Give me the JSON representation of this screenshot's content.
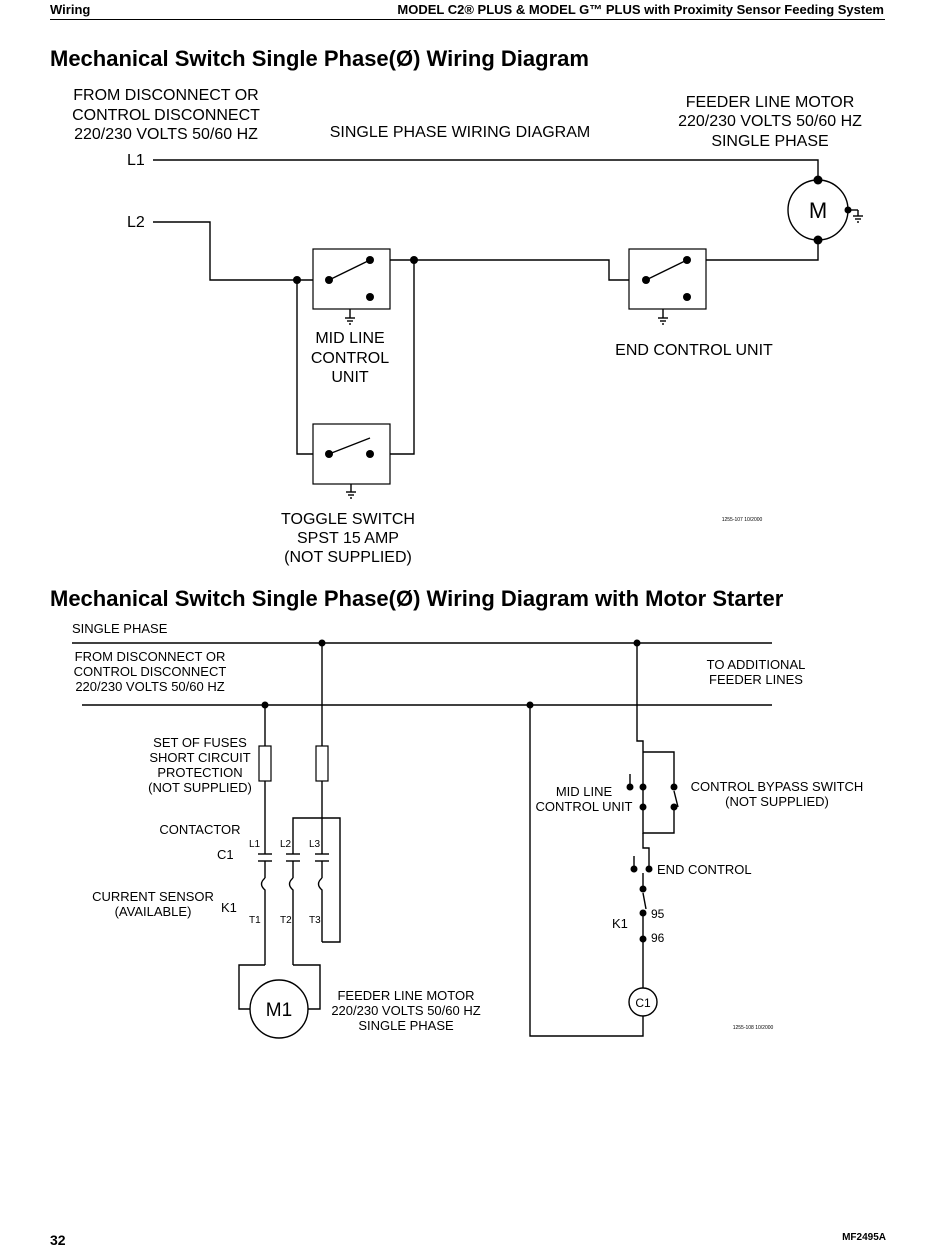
{
  "header": {
    "section": "Wiring",
    "product": "MODEL C2® PLUS & MODEL G™ PLUS with Proximity Sensor Feeding System"
  },
  "diagram1": {
    "title": "Mechanical Switch Single Phase(Ø) Wiring Diagram",
    "subtitle": "SINGLE PHASE WIRING DIAGRAM",
    "source": [
      "FROM DISCONNECT OR",
      "CONTROL DISCONNECT",
      "220/230 VOLTS 50/60 HZ"
    ],
    "motor_label": [
      "FEEDER LINE MOTOR",
      "220/230 VOLTS 50/60 HZ",
      "SINGLE PHASE"
    ],
    "l1": "L1",
    "l2": "L2",
    "motor_symbol": "M",
    "mid_line": [
      "MID LINE",
      "CONTROL",
      "UNIT"
    ],
    "end_control": "END CONTROL UNIT",
    "toggle": [
      "TOGGLE SWITCH",
      "SPST 15 AMP",
      "(NOT SUPPLIED)"
    ],
    "code": "1255-107 10/2000"
  },
  "diagram2": {
    "title": "Mechanical Switch Single Phase(Ø) Wiring Diagram with Motor Starter",
    "single_phase": "SINGLE PHASE",
    "source": [
      "FROM DISCONNECT OR",
      "CONTROL DISCONNECT",
      "220/230 VOLTS 50/60 HZ"
    ],
    "additional": [
      "TO ADDITIONAL",
      "FEEDER LINES"
    ],
    "fuses": [
      "SET OF FUSES",
      "SHORT CIRCUIT",
      "PROTECTION",
      "(NOT SUPPLIED)"
    ],
    "contactor": "CONTACTOR",
    "c1": "C1",
    "current_sensor": [
      "CURRENT SENSOR",
      "(AVAILABLE)"
    ],
    "k1": "K1",
    "terminals_l": [
      "L1",
      "L2",
      "L3"
    ],
    "terminals_t": [
      "T1",
      "T2",
      "T3"
    ],
    "motor_symbol": "M1",
    "motor_label": [
      "FEEDER LINE MOTOR",
      "220/230 VOLTS 50/60 HZ",
      "SINGLE PHASE"
    ],
    "mid_line": [
      "MID LINE",
      "CONTROL UNIT"
    ],
    "bypass": [
      "CONTROL BYPASS SWITCH",
      "(NOT SUPPLIED)"
    ],
    "end_control": "END CONTROL",
    "k1_right": "K1",
    "n95": "95",
    "n96": "96",
    "coil": "C1",
    "code": "1255-108 10/2000"
  },
  "footer": {
    "page": "32",
    "doc": "MF2495A"
  }
}
